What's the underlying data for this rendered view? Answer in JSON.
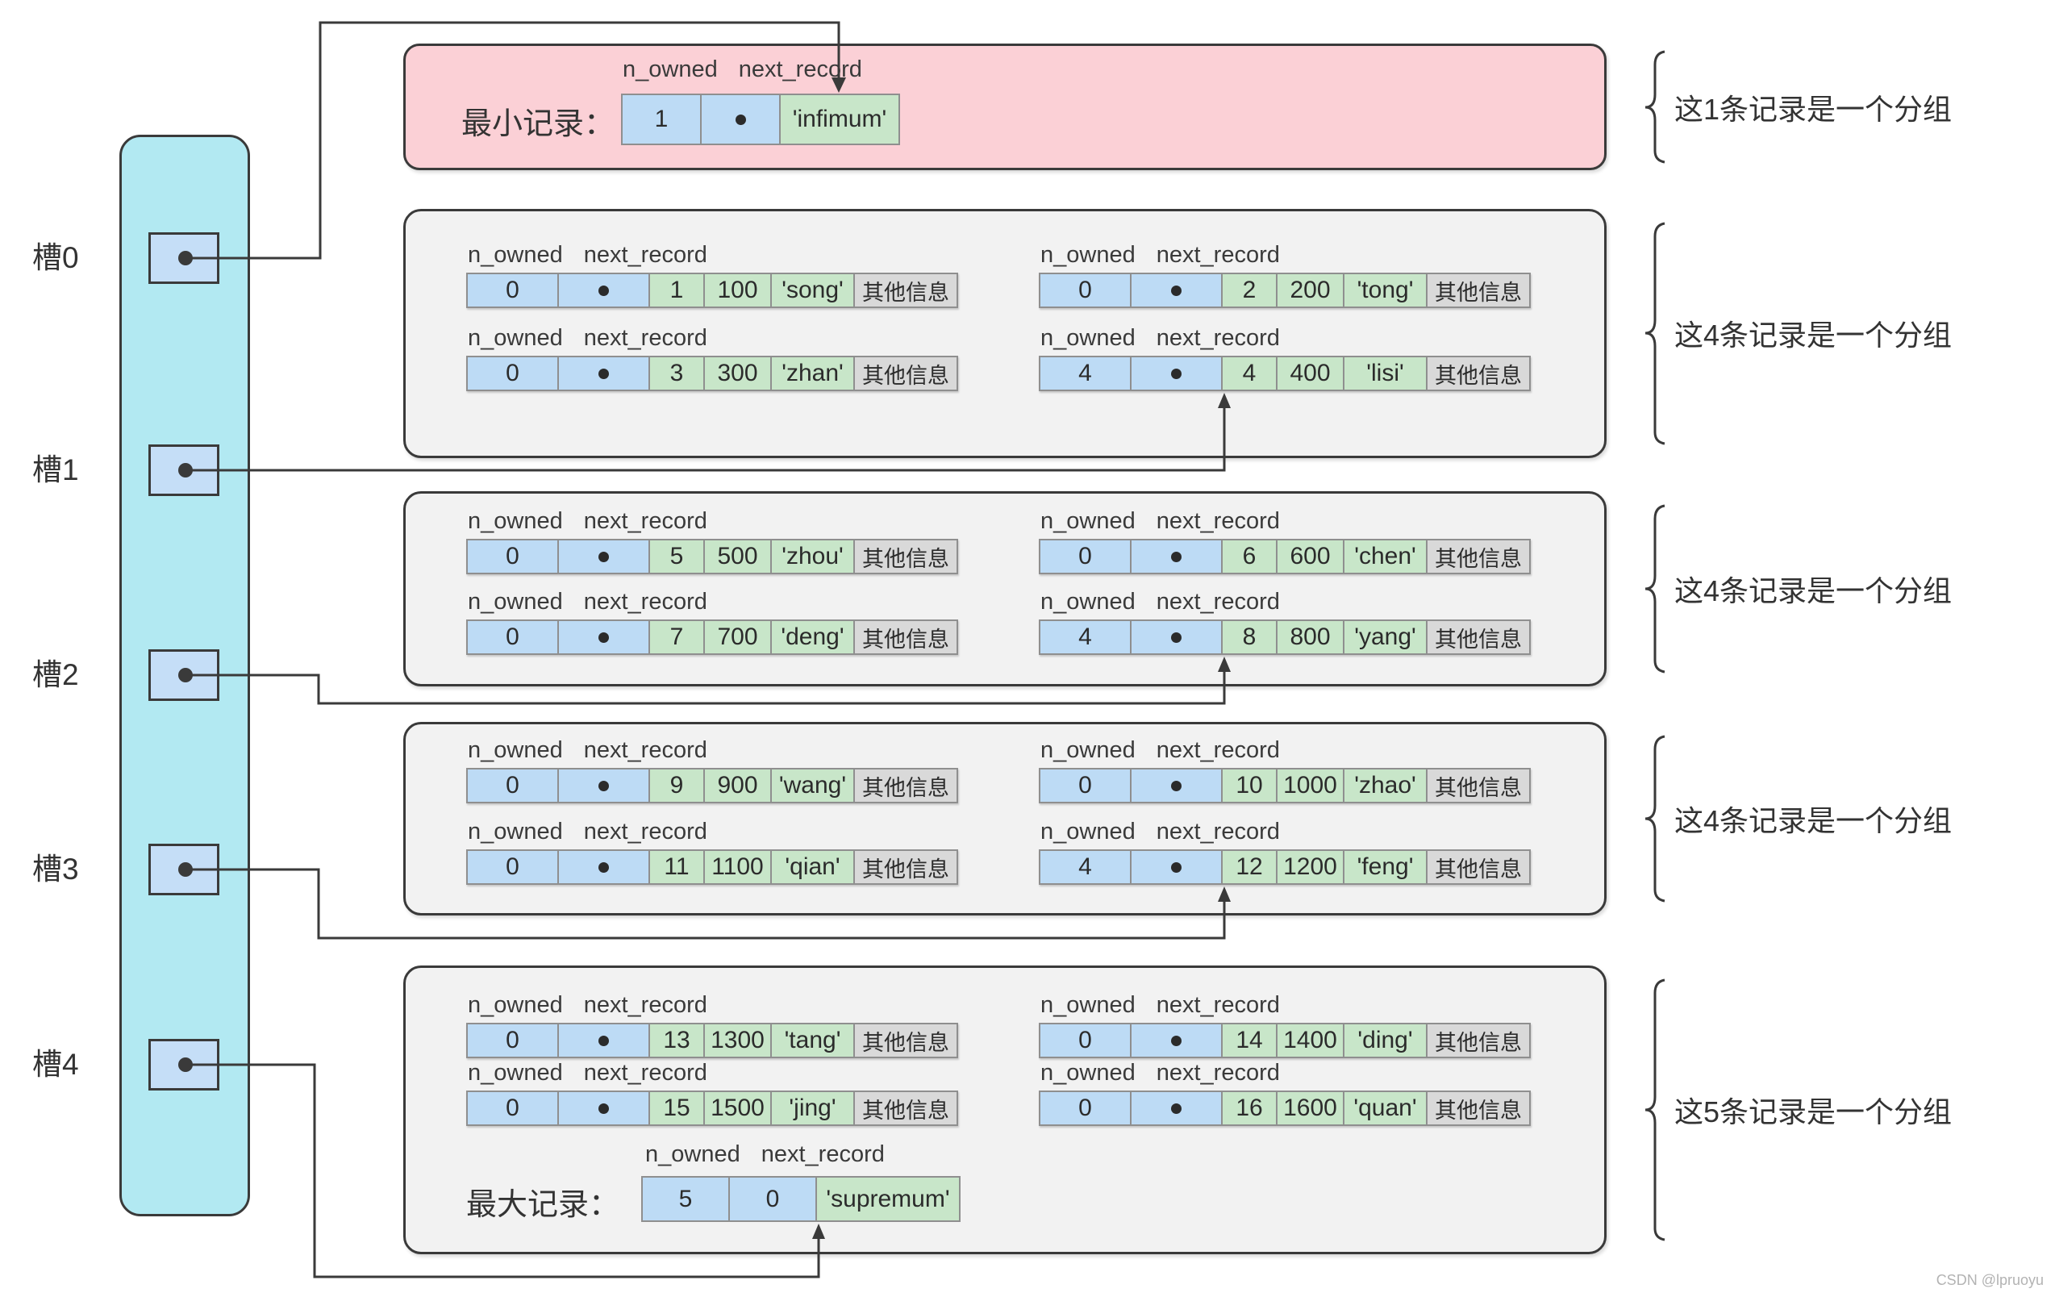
{
  "labels": {
    "n_owned": "n_owned",
    "next_record": "next_record",
    "other_info": "其他信息"
  },
  "directory": {
    "slots": [
      {
        "label": "槽0"
      },
      {
        "label": "槽1"
      },
      {
        "label": "槽2"
      },
      {
        "label": "槽3"
      },
      {
        "label": "槽4"
      }
    ]
  },
  "min_record": {
    "caption": "最小记录：",
    "n_owned": "1",
    "next_record": "•",
    "name": "'infimum'"
  },
  "max_record": {
    "caption": "最大记录：",
    "n_owned": "5",
    "next_record": "0",
    "name": "'supremum'"
  },
  "groups": [
    {
      "annotation": "这1条记录是一个分组",
      "records": []
    },
    {
      "annotation": "这4条记录是一个分组",
      "records": [
        {
          "n_owned": "0",
          "id": "1",
          "key": "100",
          "name": "'song'"
        },
        {
          "n_owned": "0",
          "id": "2",
          "key": "200",
          "name": "'tong'"
        },
        {
          "n_owned": "0",
          "id": "3",
          "key": "300",
          "name": "'zhan'"
        },
        {
          "n_owned": "4",
          "id": "4",
          "key": "400",
          "name": "'lisi'"
        }
      ]
    },
    {
      "annotation": "这4条记录是一个分组",
      "records": [
        {
          "n_owned": "0",
          "id": "5",
          "key": "500",
          "name": "'zhou'"
        },
        {
          "n_owned": "0",
          "id": "6",
          "key": "600",
          "name": "'chen'"
        },
        {
          "n_owned": "0",
          "id": "7",
          "key": "700",
          "name": "'deng'"
        },
        {
          "n_owned": "4",
          "id": "8",
          "key": "800",
          "name": "'yang'"
        }
      ]
    },
    {
      "annotation": "这4条记录是一个分组",
      "records": [
        {
          "n_owned": "0",
          "id": "9",
          "key": "900",
          "name": "'wang'"
        },
        {
          "n_owned": "0",
          "id": "10",
          "key": "1000",
          "name": "'zhao'"
        },
        {
          "n_owned": "0",
          "id": "11",
          "key": "1100",
          "name": "'qian'"
        },
        {
          "n_owned": "4",
          "id": "12",
          "key": "1200",
          "name": "'feng'"
        }
      ]
    },
    {
      "annotation": "这5条记录是一个分组",
      "records": [
        {
          "n_owned": "0",
          "id": "13",
          "key": "1300",
          "name": "'tang'"
        },
        {
          "n_owned": "0",
          "id": "14",
          "key": "1400",
          "name": "'ding'"
        },
        {
          "n_owned": "0",
          "id": "15",
          "key": "1500",
          "name": "'jing'"
        },
        {
          "n_owned": "0",
          "id": "16",
          "key": "1600",
          "name": "'quan'"
        }
      ]
    }
  ],
  "colors": {
    "min_box": "#fbd0d6",
    "group_box": "#f2f2f2",
    "directory": "#b2e9f2",
    "slot": "#c5def7",
    "cell_blue": "#bddbf5",
    "cell_green": "#c8e6c9",
    "cell_gray": "#d9d9d9",
    "line": "#3a3a3a"
  },
  "watermark": "CSDN @lpruoyu"
}
